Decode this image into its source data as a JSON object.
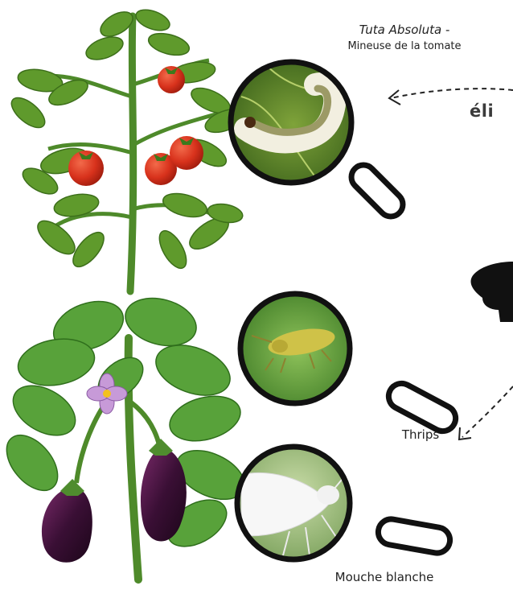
{
  "pests": {
    "tuta": {
      "name": "Tuta Absoluta",
      "name_suffix": " -",
      "subtitle": "Mineuse de la tomate"
    },
    "thrips": {
      "label": "Thrips"
    },
    "whitefly": {
      "label": "Mouche blanche"
    }
  },
  "side_text": "éli",
  "colors": {
    "leaf": "#5f9a2c",
    "tomato": "#d8321c",
    "eggplant": "#3a0f35",
    "flower": "#c79ad8",
    "lens_frame": "#111111"
  },
  "icons": [
    "tomato-plant",
    "eggplant-plant",
    "magnifier-lens",
    "caterpillar",
    "thrips-insect",
    "whitefly-insect",
    "mushroom-silhouette",
    "dashed-arrow"
  ]
}
